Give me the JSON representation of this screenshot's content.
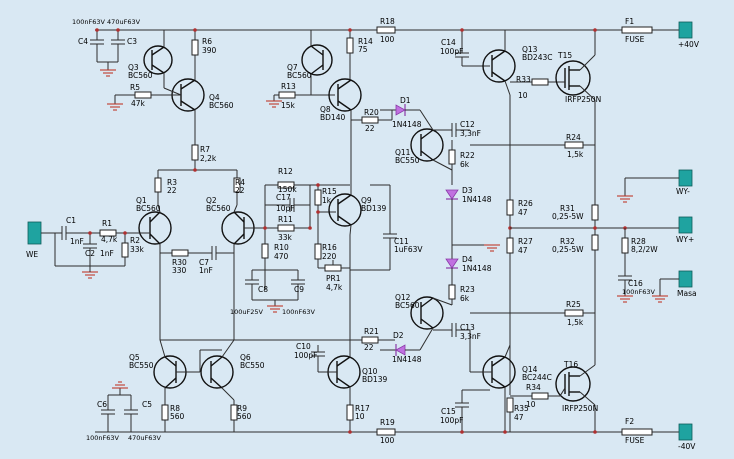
{
  "power": {
    "pos_label": "+40V",
    "neg_label": "-40V",
    "fuse_pos": "F1",
    "fuse_neg": "F2",
    "fuse_text": "FUSE",
    "wy_minus": "WY-",
    "wy_plus": "WY+",
    "masa": "Masa",
    "we": "WE"
  },
  "components": {
    "C4": "C4",
    "C3": "C3",
    "C4C3_val": "100nF63V 470uF63V",
    "R6": "R6",
    "R6v": "390",
    "Q3": "Q3",
    "Q3v": "BC560",
    "Q4": "Q4",
    "Q4v": "BC560",
    "R5": "R5",
    "R5v": "47k",
    "R7": "R7",
    "R7v": "2,2k",
    "R3": "R3",
    "R3v": "22",
    "R4": "R4",
    "R4v": "22",
    "Q1": "Q1",
    "Q1v": "BC560",
    "Q2": "Q2",
    "Q2v": "BC560",
    "C1": "C1",
    "C1v": "1nF",
    "R1": "R1",
    "R1v": "4,7k",
    "R2": "R2",
    "R2v": "33k",
    "C2": "C2",
    "C2v": "1nF",
    "R30": "R30",
    "R30v": "330",
    "C7": "C7",
    "C7v": "1nF",
    "Q5": "Q5",
    "Q5v": "BC550",
    "Q6": "Q6",
    "Q6v": "BC550",
    "R8": "R8",
    "R8v": "560",
    "R9": "R9",
    "R9v": "560",
    "C6": "C6",
    "C5": "C5",
    "C6v": "100nF63V",
    "C5v": "470uF63V",
    "R12": "R12",
    "R12v": "150k",
    "C17": "C17",
    "C17v": "10pF",
    "R11": "R11",
    "R11v": "33k",
    "R10": "R10",
    "R10v": "470",
    "C8": "C8",
    "C9": "C9",
    "C8v": "100uF25V",
    "C9v": "100nF63V",
    "Q7": "Q7",
    "Q7v": "BC560",
    "R14": "R14",
    "R14v": "75",
    "R13": "R13",
    "R13v": "15k",
    "Q8": "Q8",
    "Q8v": "BD140",
    "R18": "R18",
    "R18v": "100",
    "R15": "R15",
    "R15v": "1k",
    "Q9": "Q9",
    "Q9v": "BD139",
    "R16": "R16",
    "R16v": "220",
    "PR1": "PR1",
    "PR1v": "4,7k",
    "C11": "C11",
    "C11v": "1uF63V",
    "C10": "C10",
    "C10v": "100pF",
    "Q10": "Q10",
    "Q10v": "BD139",
    "R17": "R17",
    "R17v": "10",
    "R19": "R19",
    "R19v": "100",
    "R20": "R20",
    "R20v": "22",
    "D1": "D1",
    "D1v": "1N4148",
    "R21": "R21",
    "R21v": "22",
    "D2": "D2",
    "D2v": "1N4148",
    "C14": "C14",
    "C14v": "100pF",
    "C15": "C15",
    "C15v": "100pF",
    "Q13": "Q13",
    "Q13v": "BD243C",
    "T15": "T15",
    "T15v": "IRFP250N",
    "R33": "R33",
    "R33v": "10",
    "C12": "C12",
    "C12v": "3,3nF",
    "Q11": "Q11",
    "Q11v": "BC550",
    "R22": "R22",
    "R22v": "6k",
    "D3": "D3",
    "D3v": "1N4148",
    "D4": "D4",
    "D4v": "1N4148",
    "R23": "R23",
    "R23v": "6k",
    "Q12": "Q12",
    "Q12v": "BC560",
    "C13": "C13",
    "C13v": "3,3nF",
    "R24": "R24",
    "R24v": "1,5k",
    "R25": "R25",
    "R25v": "1,5k",
    "R26": "R26",
    "R26v": "47",
    "R27": "R27",
    "R27v": "47",
    "R31": "R31",
    "R31v": "0,25-5W",
    "R32": "R32",
    "R32v": "0,25-5W",
    "R28": "R28",
    "R28v": "8,2/2W",
    "C16": "C16",
    "C16v": "100nF63V",
    "Q14": "Q14",
    "Q14v": "BC244C",
    "T16": "T16",
    "T16v": "IRFP250N",
    "R34": "R34",
    "R34v": "10",
    "R35": "R35",
    "R35v": "47"
  }
}
